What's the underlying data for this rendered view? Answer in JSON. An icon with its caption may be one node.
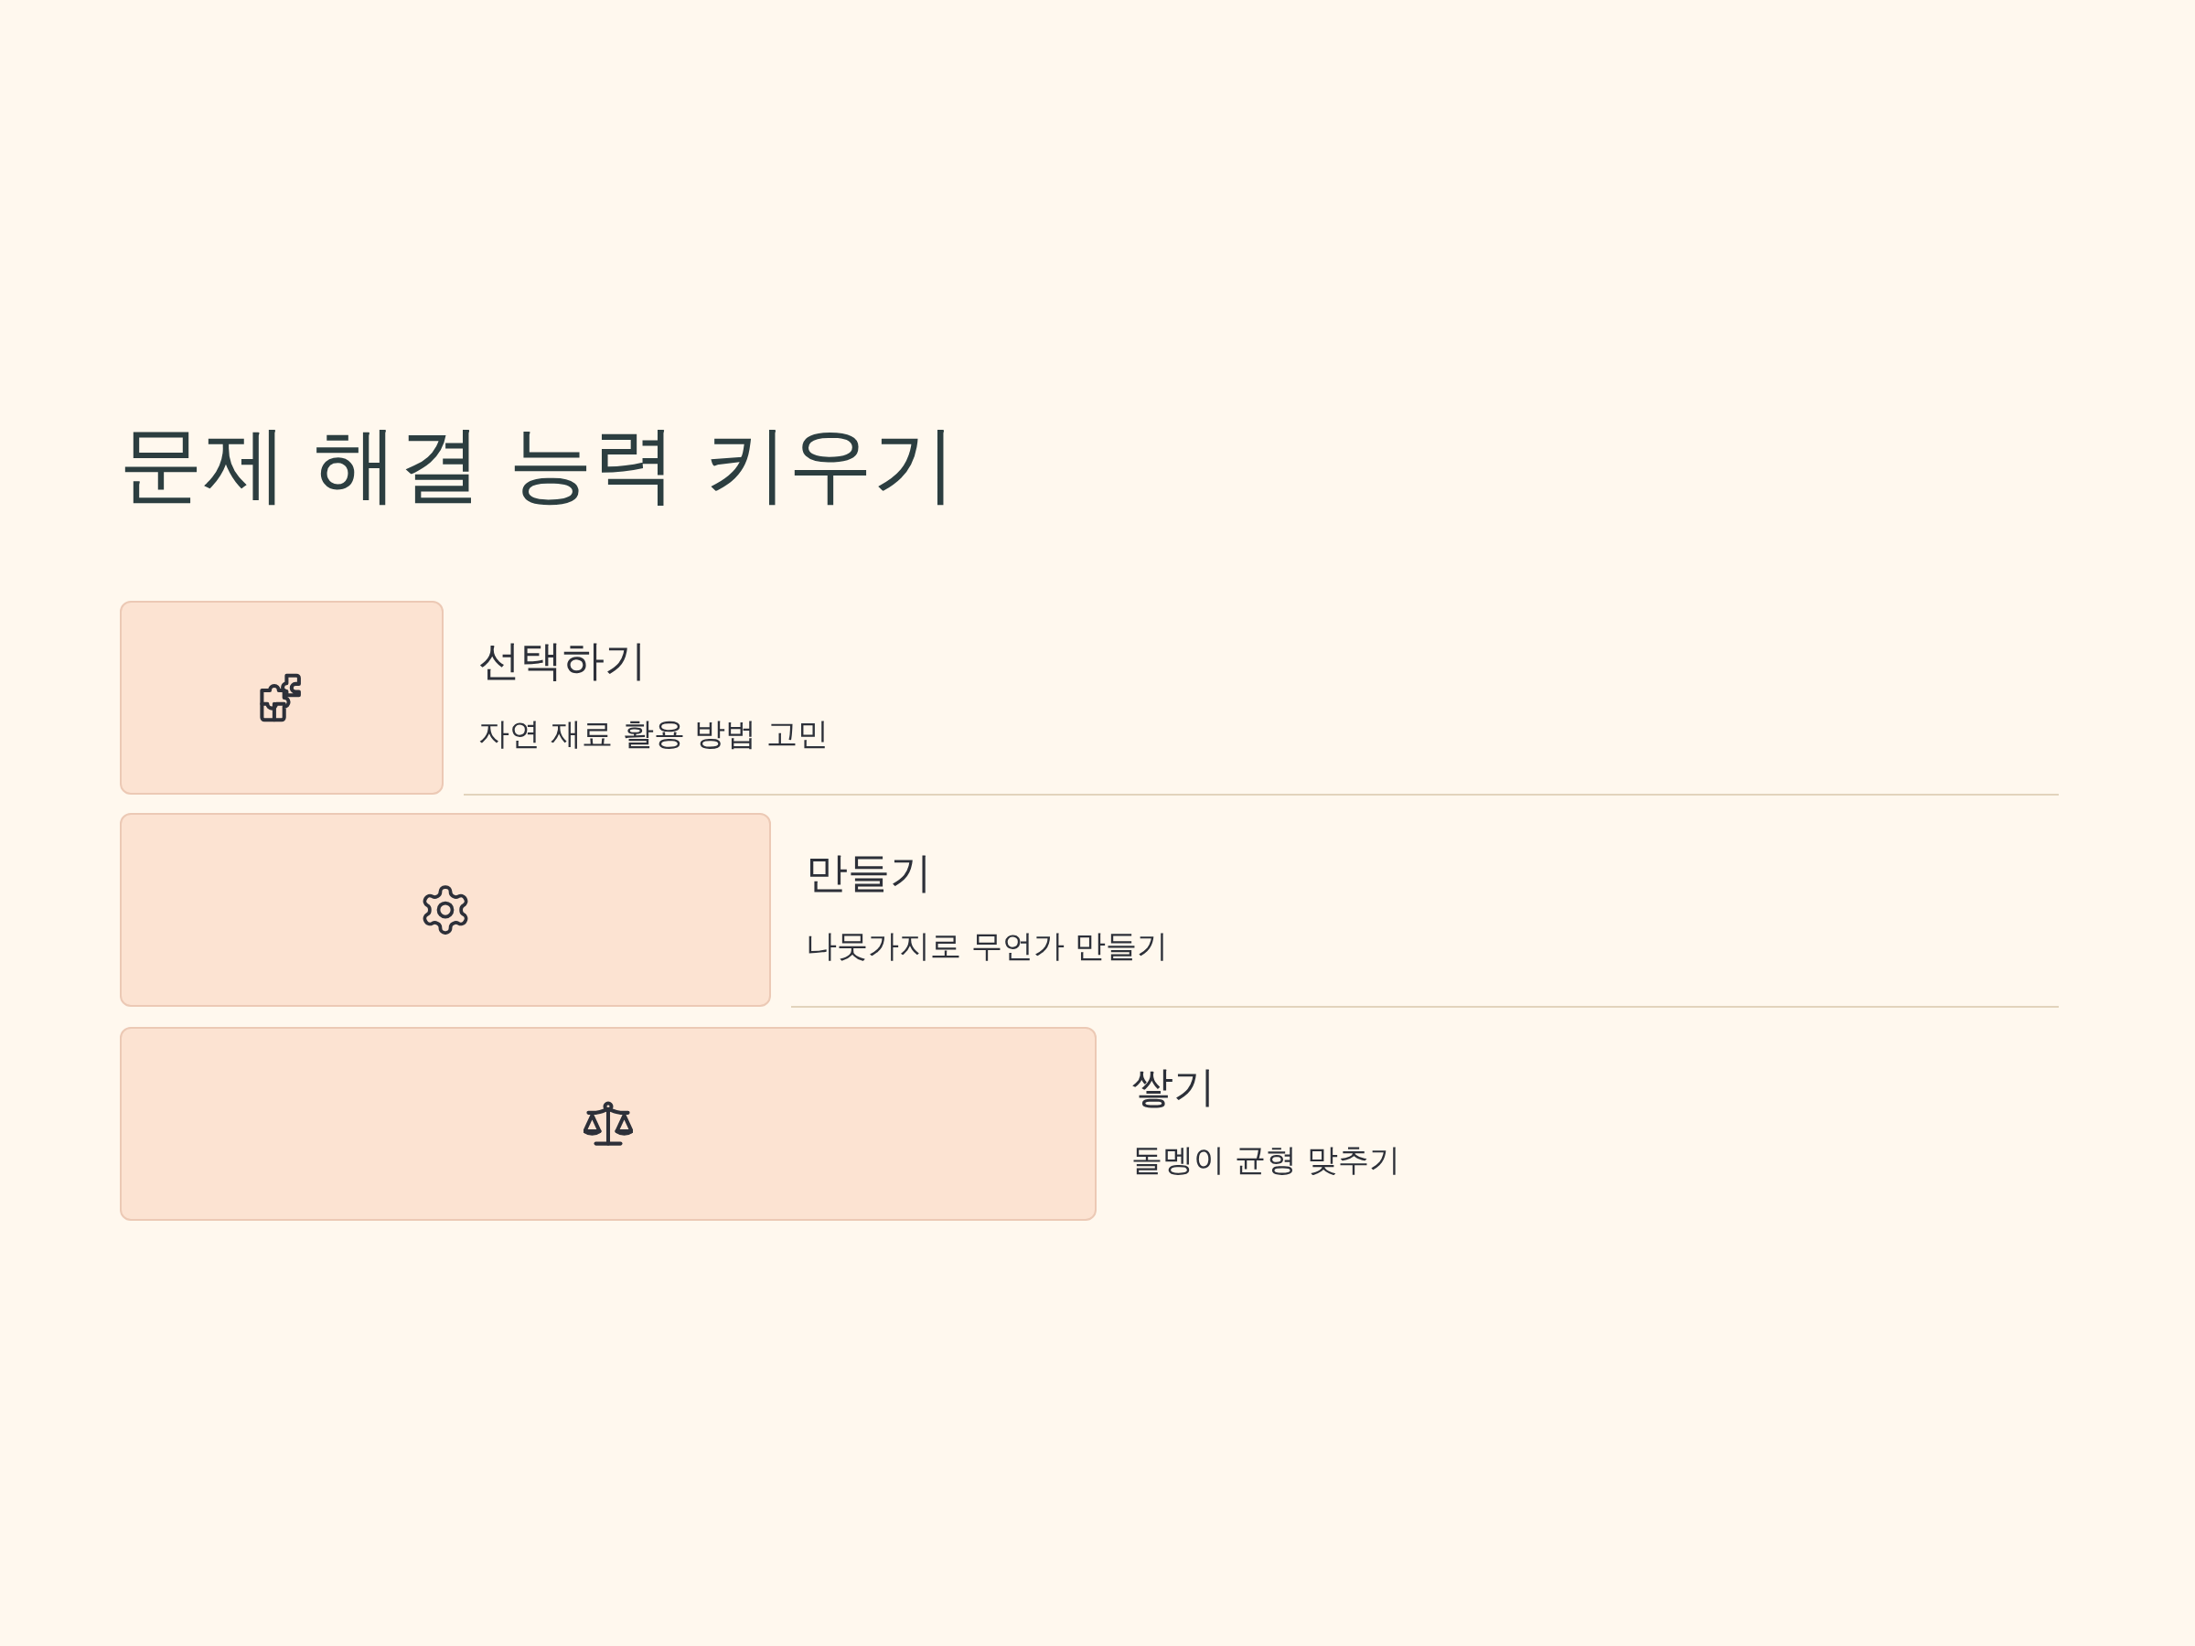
{
  "diagram": {
    "title": "문제 해결 능력 키우기",
    "nodes": [
      {
        "text": [
          "선택하기",
          "자연 재료 활용 방법 고민"
        ]
      },
      {
        "text": [
          "만들기",
          "나뭇가지로 무언가 만들기"
        ]
      },
      {
        "text": [
          "쌓기",
          "돌멩이 균형 맞추기"
        ]
      }
    ]
  }
}
